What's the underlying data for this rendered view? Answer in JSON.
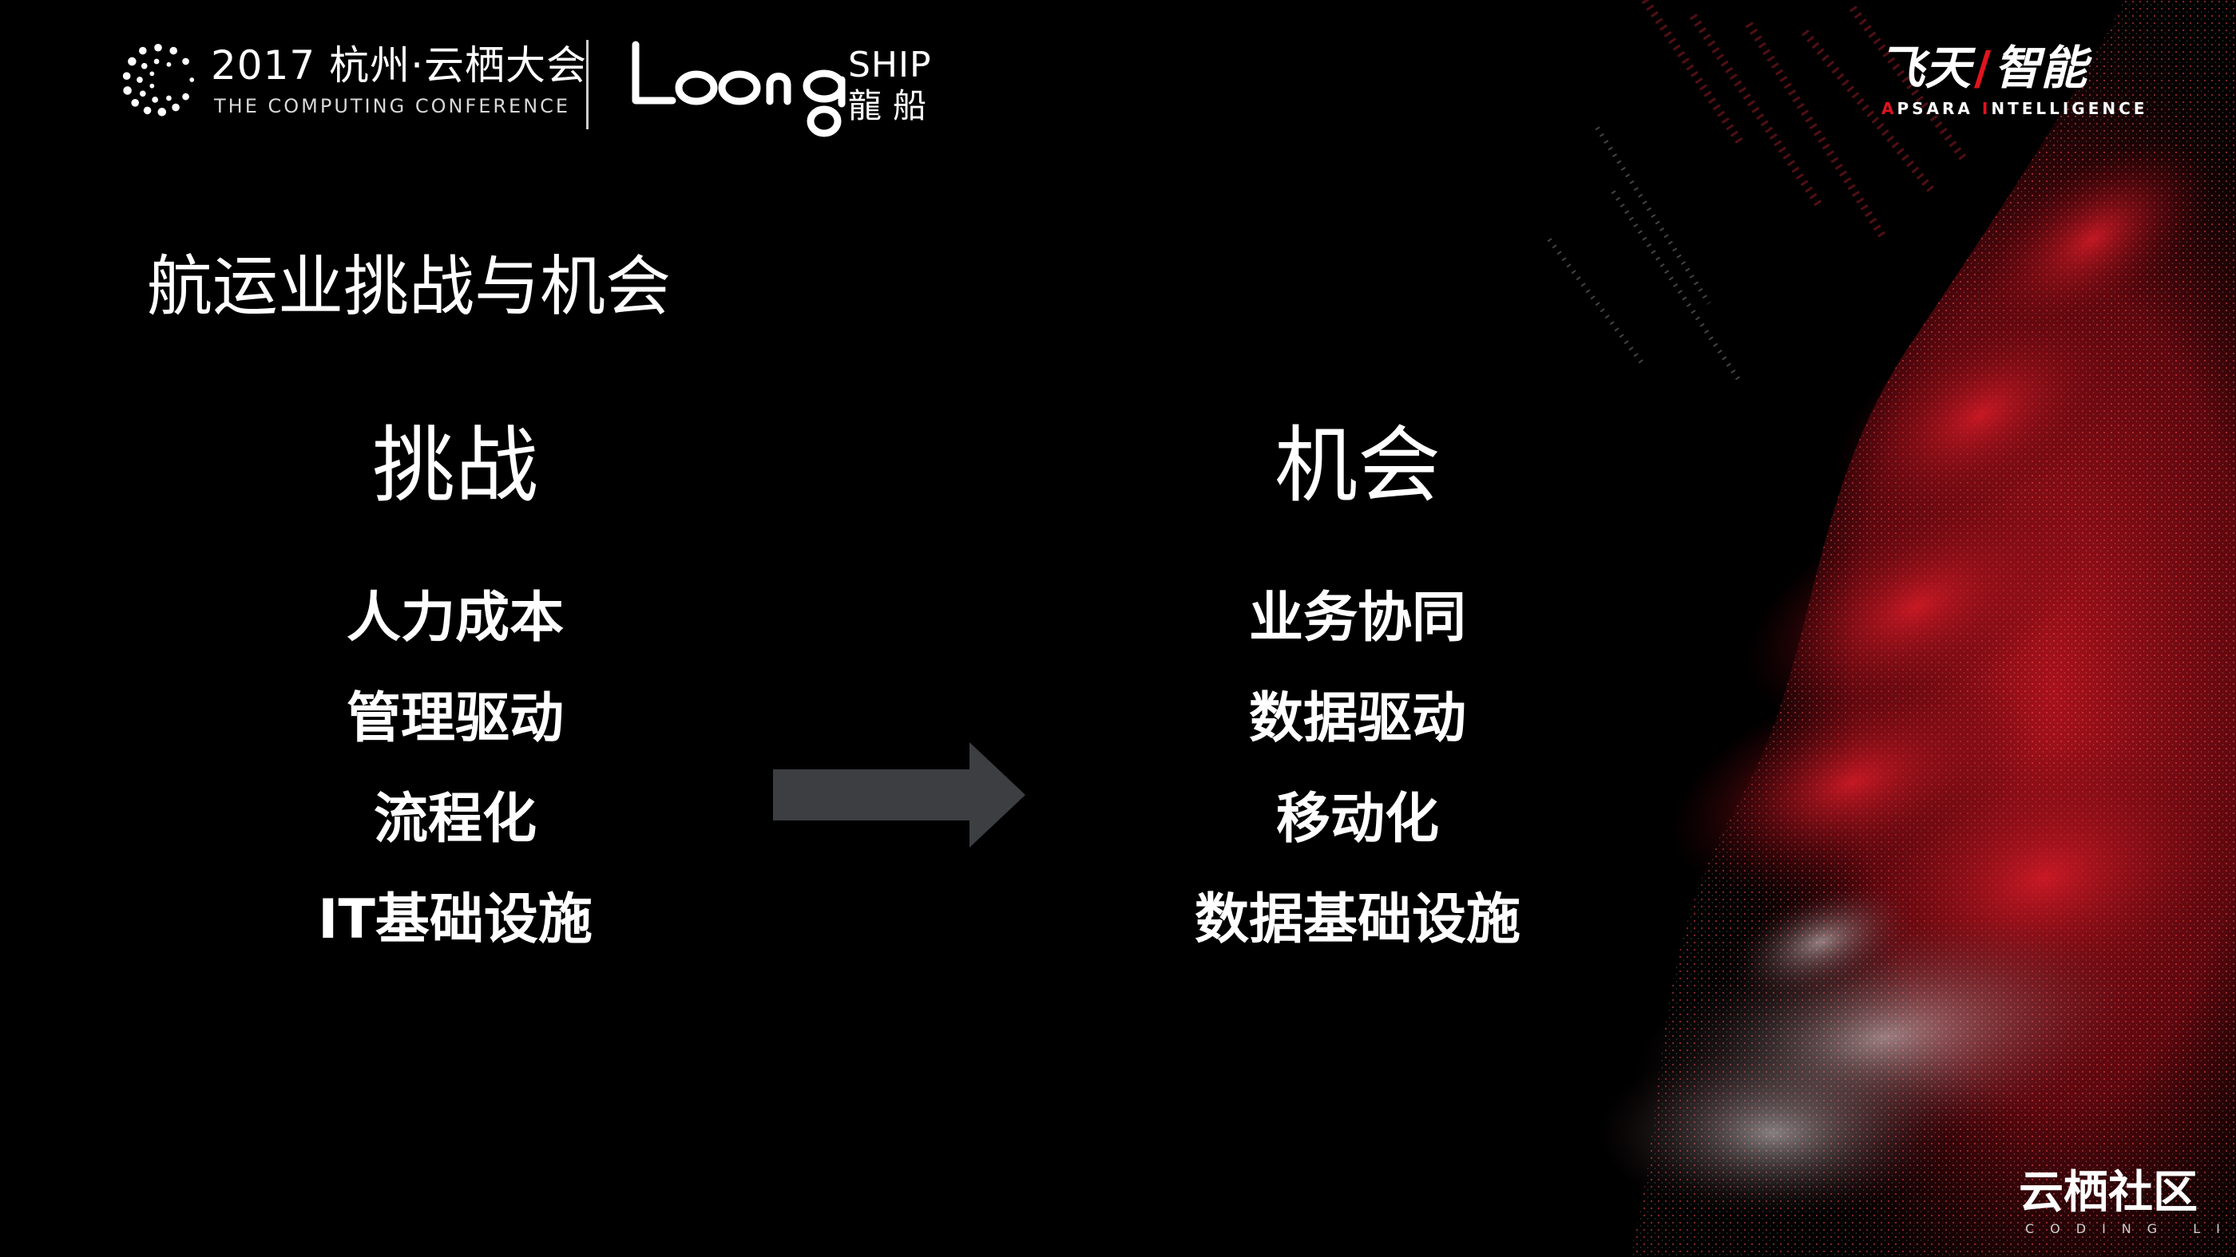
{
  "header": {
    "conference_title": "2017 杭州·云栖大会",
    "conference_subtitle": "THE COMPUTING CONFERENCE",
    "loong_word": "Loong",
    "ship_word": "SHIP",
    "ship_cn": "龍船",
    "apsara_cn_part1": "飞天",
    "apsara_slash": "/",
    "apsara_cn_part2": "智能",
    "apsara_en_a": "A",
    "apsara_en_mid": "PSARA ",
    "apsara_en_i": "I",
    "apsara_en_rest": "NTELLIGENCE"
  },
  "slide": {
    "heading": "航运业挑战与机会",
    "challenges": {
      "title": "挑战",
      "items": [
        "人力成本",
        "管理驱动",
        "流程化",
        "IT基础设施"
      ]
    },
    "opportunities": {
      "title": "机会",
      "items": [
        "业务协同",
        "数据驱动",
        "移动化",
        "数据基础设施"
      ]
    }
  },
  "footer": {
    "logo_text": "云栖社区",
    "logo_sub": "CODING LIFE"
  },
  "colors": {
    "background": "#000000",
    "accent_red": "#e0141e",
    "arrow_gray": "#3c3e42",
    "text": "#ffffff"
  },
  "icons": {
    "conference_logo": "dotted-circle-c-icon",
    "arrow": "right-arrow-icon"
  }
}
